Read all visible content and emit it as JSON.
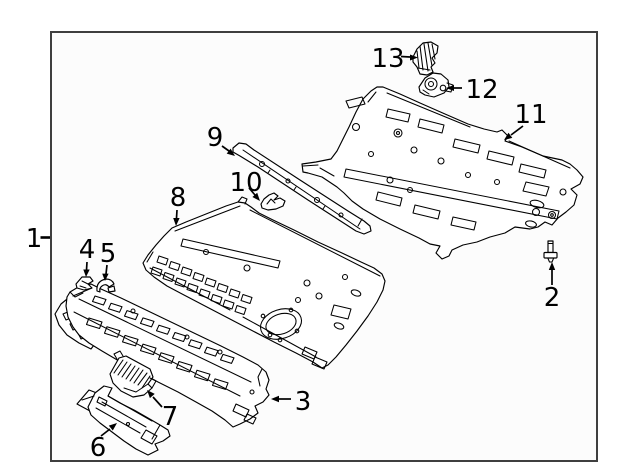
{
  "figure": {
    "type": "exploded-parts-line-diagram",
    "background_color": "#ffffff",
    "frame_fill": "#fcfcfc",
    "border_color": "#3f3f3f",
    "line_color": "#000000",
    "label_color": "#000000"
  },
  "callouts": [
    {
      "label": "1"
    },
    {
      "label": "2"
    },
    {
      "label": "3"
    },
    {
      "label": "4"
    },
    {
      "label": "5"
    },
    {
      "label": "6"
    },
    {
      "label": "7"
    },
    {
      "label": "8"
    },
    {
      "label": "9"
    },
    {
      "label": "10"
    },
    {
      "label": "11"
    },
    {
      "label": "12"
    },
    {
      "label": "13"
    }
  ]
}
